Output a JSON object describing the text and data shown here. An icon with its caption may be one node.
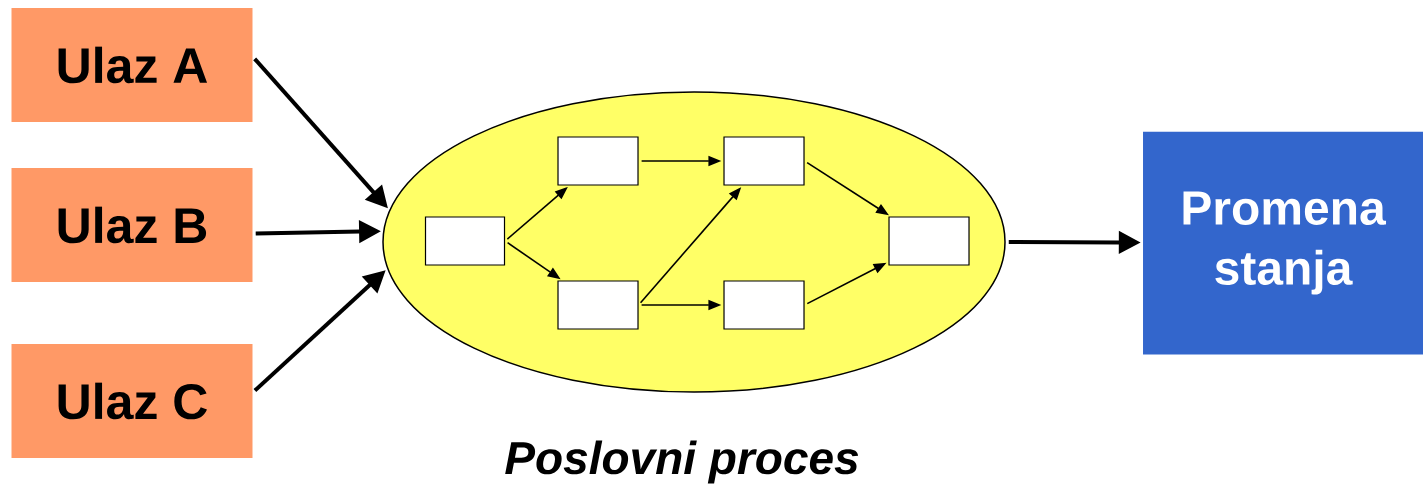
{
  "diagram": {
    "nodes": [
      {
        "text": [
          "Ulaz A"
        ]
      },
      {
        "text": [
          "Ulaz B"
        ]
      },
      {
        "text": [
          "Ulaz C"
        ]
      },
      {
        "text": [
          "Poslovni proces"
        ]
      },
      {
        "text": [],
        "shape": "box",
        "in": 3
      },
      {
        "text": [],
        "shape": "box",
        "in": 3
      },
      {
        "text": [],
        "shape": "box",
        "in": 3
      },
      {
        "text": [],
        "shape": "box",
        "in": 3
      },
      {
        "text": [],
        "shape": "box",
        "in": 3
      },
      {
        "text": [],
        "shape": "box",
        "in": 3
      },
      {
        "text": [
          "Promena stanja"
        ]
      }
    ],
    "edges": [
      {
        "from": 0,
        "to": 3,
        "arrow": "to",
        "style": "thick"
      },
      {
        "from": 1,
        "to": 3,
        "arrow": "to",
        "style": "thick"
      },
      {
        "from": 2,
        "to": 3,
        "arrow": "to",
        "style": "thick"
      },
      {
        "from": 4,
        "to": 5,
        "arrow": "to"
      },
      {
        "from": 4,
        "to": 6,
        "arrow": "to"
      },
      {
        "from": 5,
        "to": 7,
        "arrow": "to"
      },
      {
        "from": 6,
        "to": 7,
        "arrow": "to"
      },
      {
        "from": 6,
        "to": 8,
        "arrow": "to"
      },
      {
        "from": 7,
        "to": 9,
        "arrow": "to"
      },
      {
        "from": 8,
        "to": 9,
        "arrow": "to"
      },
      {
        "from": 3,
        "to": 10,
        "arrow": "to",
        "style": "thick"
      }
    ]
  }
}
